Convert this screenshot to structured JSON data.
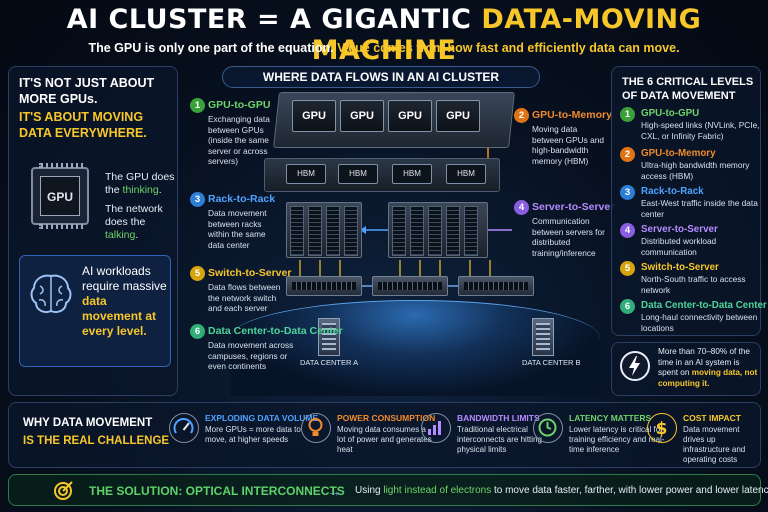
{
  "header": {
    "title_white": "AI CLUSTER = A GIGANTIC",
    "title_yellow": "DATA-MOVING MACHINE",
    "subtitle_white": "The GPU is only one part of the equation.",
    "subtitle_yellow": "Value comes from how fast and efficiently data can move."
  },
  "left_panel": {
    "heading": "IT'S NOT JUST ABOUT MORE GPUs.",
    "subheading": "IT'S ABOUT MOVING DATA EVERYWHERE.",
    "chip_label": "GPU",
    "gpu_line_a": "The GPU does the",
    "gpu_line_b": "thinking",
    "net_line_a": "The network does the",
    "net_line_b": "talking",
    "brain_text_a": "AI workloads require massive",
    "brain_text_b": "data movement at every level."
  },
  "diagram": {
    "title": "WHERE DATA FLOWS IN AN AI CLUSTER",
    "gpu_labels": [
      "GPU",
      "GPU",
      "GPU",
      "GPU"
    ],
    "hbm_labels": [
      "HBM",
      "HBM",
      "HBM",
      "HBM"
    ],
    "dc_a": "DATA CENTER A",
    "dc_b": "DATA CENTER B",
    "annotations": [
      {
        "num": "1",
        "title": "GPU-to-GPU",
        "desc": "Exchanging data between GPUs (inside the same server or across servers)",
        "color": "#6fd36a"
      },
      {
        "num": "2",
        "title": "GPU-to-Memory",
        "desc": "Moving data between GPUs and high-bandwidth memory (HBM)",
        "color": "#f08a2a"
      },
      {
        "num": "3",
        "title": "Rack-to-Rack",
        "desc": "Data movement between racks within the same data center",
        "color": "#4fa3ff"
      },
      {
        "num": "4",
        "title": "Server-to-Server",
        "desc": "Communication between servers for distributed training/inference",
        "color": "#b58cff"
      },
      {
        "num": "5",
        "title": "Switch-to-Server",
        "desc": "Data flows between the network switch and each server",
        "color": "#f7c72a"
      },
      {
        "num": "6",
        "title": "Data Center-to-Data Center",
        "desc": "Data movement across campuses, regions or even continents",
        "color": "#4fd49a"
      }
    ]
  },
  "right_panel": {
    "title": "THE 6 CRITICAL LEVELS OF DATA MOVEMENT",
    "items": [
      {
        "num": "1",
        "title": "GPU-to-GPU",
        "desc": "High-speed links (NVLink, PCIe, CXL, or Infinity Fabric)",
        "color": "#6fd36a"
      },
      {
        "num": "2",
        "title": "GPU-to-Memory",
        "desc": "Ultra-high bandwidth memory access (HBM)",
        "color": "#f08a2a"
      },
      {
        "num": "3",
        "title": "Rack-to-Rack",
        "desc": "East-West traffic inside the data center",
        "color": "#4fa3ff"
      },
      {
        "num": "4",
        "title": "Server-to-Server",
        "desc": "Distributed workload communication",
        "color": "#b58cff"
      },
      {
        "num": "5",
        "title": "Switch-to-Server",
        "desc": "North-South traffic to access network",
        "color": "#f7c72a"
      },
      {
        "num": "6",
        "title": "Data Center-to-Data Center",
        "desc": "Long-haul connectivity between locations",
        "color": "#4fd49a"
      }
    ],
    "stat_a": "More than 70–80% of the time in an AI system is spent on",
    "stat_b": "moving data, not computing it."
  },
  "challenges": {
    "title_a": "WHY DATA MOVEMENT",
    "title_b": "IS THE REAL CHALLENGE",
    "items": [
      {
        "icon": "gauge-icon",
        "title": "EXPLODING DATA VOLUME",
        "desc": "More GPUs = more data to move, at higher speeds",
        "color": "#4fa3ff"
      },
      {
        "icon": "lightbulb-icon",
        "title": "POWER CONSUMPTION",
        "desc": "Moving data consumes a lot of power and generates heat",
        "color": "#f08a2a"
      },
      {
        "icon": "bar-chart-icon",
        "title": "BANDWIDTH LIMITS",
        "desc": "Traditional electrical interconnects are hitting physical limits",
        "color": "#b58cff"
      },
      {
        "icon": "clock-icon",
        "title": "LATENCY MATTERS",
        "desc": "Lower latency is critical for training efficiency and real-time inference",
        "color": "#6fd36a"
      },
      {
        "icon": "dollar-icon",
        "title": "COST IMPACT",
        "desc": "Data movement drives up infrastructure and operating costs",
        "color": "#f7c72a"
      }
    ]
  },
  "solution": {
    "title": "THE SOLUTION: OPTICAL INTERCONNECTS",
    "text_a": "Using",
    "text_b": "light instead of electrons",
    "text_c": "to move data faster, farther, with lower power and lower latency."
  }
}
